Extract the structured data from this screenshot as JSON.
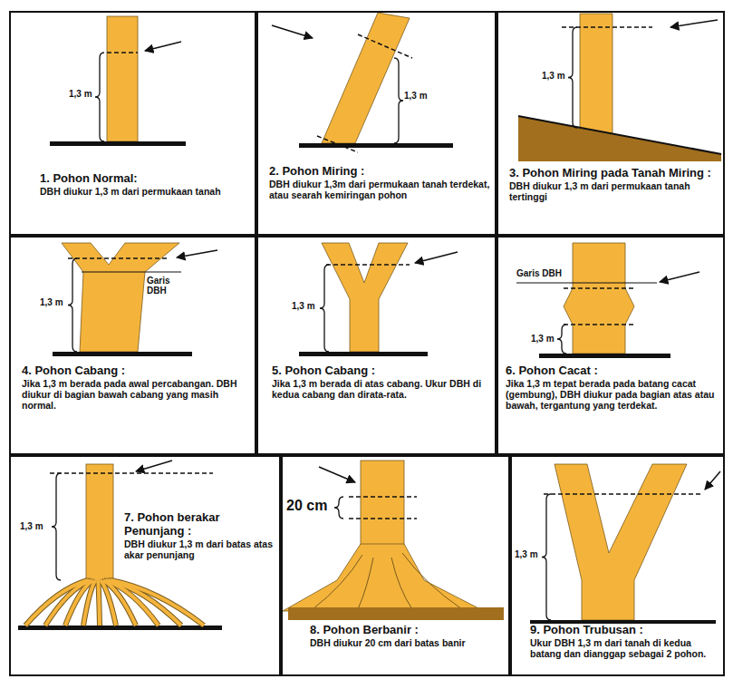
{
  "diagram": {
    "nodes": [
      {
        "text": [
          "1. Pohon Normal:",
          "DBH diukur 1,3 m dari permukaan tanah"
        ]
      },
      {
        "text": [
          "2. Pohon Miring :",
          "DBH diukur 1,3m dari permukaan tanah terdekat, atau searah kemiringan pohon"
        ]
      },
      {
        "text": [
          "3. Pohon Miring pada Tanah Miring :",
          "DBH diukur 1,3 m dari permukaan tanah tertinggi"
        ]
      },
      {
        "text": [
          "4. Pohon Cabang :",
          "Jika 1,3 m berada pada awal percabangan. DBH diukur di bagian bawah cabang yang masih normal."
        ]
      },
      {
        "text": [
          "5. Pohon Cabang :",
          "Jika 1,3 m berada di atas cabang. Ukur DBH di kedua cabang dan dirata-rata."
        ]
      },
      {
        "text": [
          "6. Pohon Cacat :",
          "Jika 1,3 m tepat berada pada batang cacat (gembung), DBH diukur pada bagian atas atau bawah, tergantung yang terdekat."
        ]
      },
      {
        "text": [
          "7. Pohon berakar Penunjang :",
          "DBH diukur 1,3 m dari batas atas akar penunjang"
        ]
      },
      {
        "text": [
          "8. Pohon Berbanir :",
          "DBH diukur 20 cm dari batas banir"
        ]
      },
      {
        "text": [
          "9. Pohon Trubusan :",
          "Ukur DBH 1,3 m dari tanah di kedua batang dan dianggap sebagai 2 pohon."
        ]
      }
    ],
    "labels": [
      "1,3 m",
      "1,3 m",
      "1,3 m",
      "1,3 m",
      "Garis DBH",
      "1,3 m",
      "Garis DBH",
      "1,3 m",
      "1,3 m",
      "20 cm",
      "1,3 m"
    ]
  }
}
